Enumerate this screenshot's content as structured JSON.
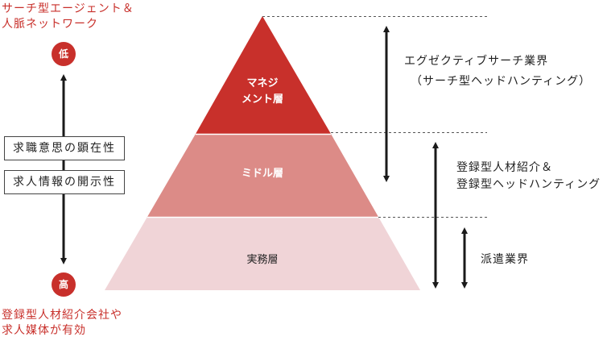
{
  "left_axis": {
    "top_label": [
      "サーチ型エージェント＆",
      "人脈ネットワーク"
    ],
    "low_badge": "低",
    "high_badge": "高",
    "box1": "求職意思の顕在性",
    "box2": "求人情報の開示性",
    "bottom_label": [
      "登録型人材紹介会社や",
      "求人媒体が有効"
    ]
  },
  "pyramid": {
    "top": [
      "マネジ",
      "メント層"
    ],
    "middle": "ミドル層",
    "bottom": "実務層",
    "colors": {
      "top": "#c8302b",
      "middle": "#dc8b87",
      "bottom": "#f0d4d7"
    }
  },
  "right": {
    "exec": [
      "エグゼクティブサーチ業界",
      "（サーチ型ヘッドハンティング）"
    ],
    "registered": [
      "登録型人材紹介＆",
      "登録型ヘッドハンティング"
    ],
    "dispatch": "派遣業界"
  }
}
